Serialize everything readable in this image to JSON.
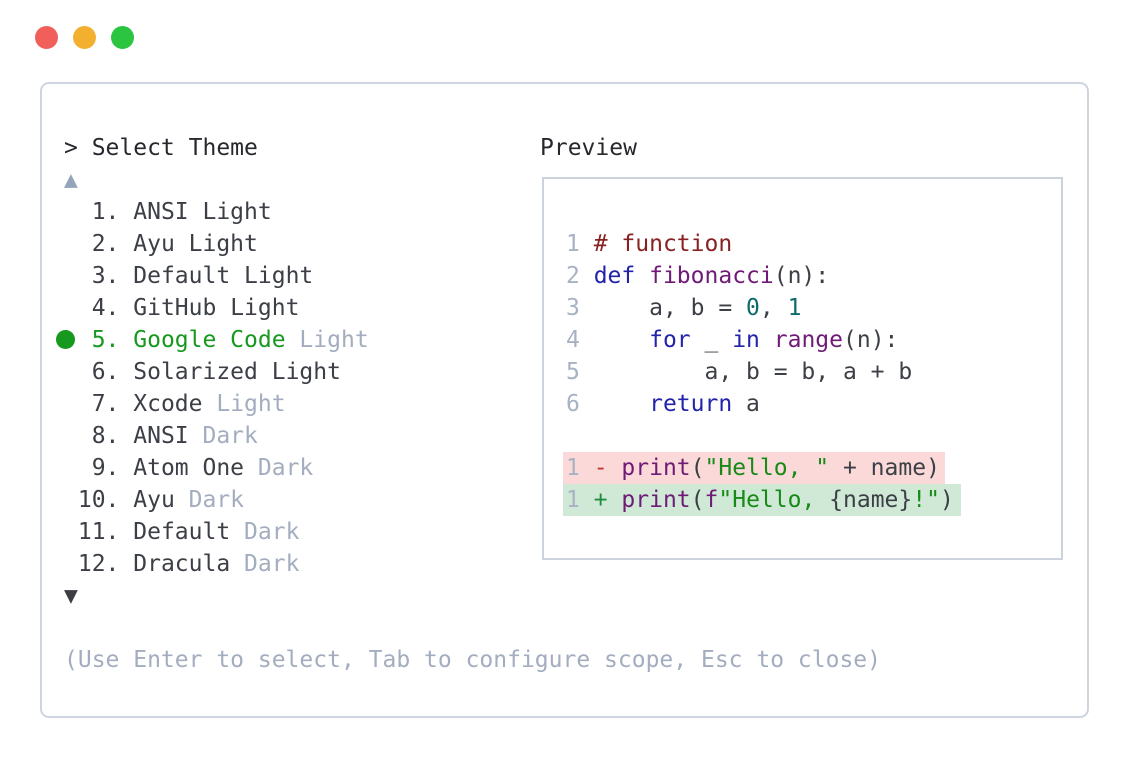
{
  "colors": {
    "traffic_red": "#f15f5b",
    "traffic_yellow": "#f2b02e",
    "traffic_green": "#2bc542",
    "panel_border": "#ced5de",
    "preview_border": "#ccd3dc",
    "text_primary": "#3c4046",
    "text_header": "#26282d",
    "text_muted": "#a3adbf",
    "line_number": "#a8b2c4",
    "select_green": "#17981f",
    "arrow_up": "#94a4bb",
    "arrow_down": "#3a3d42",
    "syn_comment": "#882222",
    "syn_keyword": "#2222aa",
    "syn_func": "#6f1a77",
    "syn_string": "#178a17",
    "syn_literal": "#0e6b6b",
    "diff_minus": "#c0392b",
    "diff_plus": "#1e8e3e",
    "removed_bg": "#fbd9d9",
    "added_bg": "#cfe9d6"
  },
  "window": {
    "traffic_lights": [
      "close-button",
      "minimize-button",
      "zoom-button"
    ]
  },
  "prompt_line": "> Select Theme",
  "scroll_up_indicator": "▲",
  "scroll_down_indicator": "▼",
  "theme_list": {
    "items": [
      {
        "num": "1",
        "name": "ANSI",
        "suffix": "Light",
        "suffix_muted": false,
        "selected": false
      },
      {
        "num": "2",
        "name": "Ayu",
        "suffix": "Light",
        "suffix_muted": false,
        "selected": false
      },
      {
        "num": "3",
        "name": "Default",
        "suffix": "Light",
        "suffix_muted": false,
        "selected": false
      },
      {
        "num": "4",
        "name": "GitHub",
        "suffix": "Light",
        "suffix_muted": false,
        "selected": false
      },
      {
        "num": "5",
        "name": "Google Code",
        "suffix": "Light",
        "suffix_muted": true,
        "selected": true
      },
      {
        "num": "6",
        "name": "Solarized",
        "suffix": "Light",
        "suffix_muted": false,
        "selected": false
      },
      {
        "num": "7",
        "name": "Xcode",
        "suffix": "Light",
        "suffix_muted": true,
        "selected": false
      },
      {
        "num": "8",
        "name": "ANSI",
        "suffix": "Dark",
        "suffix_muted": true,
        "selected": false
      },
      {
        "num": "9",
        "name": "Atom One",
        "suffix": "Dark",
        "suffix_muted": true,
        "selected": false
      },
      {
        "num": "10",
        "name": "Ayu",
        "suffix": "Dark",
        "suffix_muted": true,
        "selected": false
      },
      {
        "num": "11",
        "name": "Default",
        "suffix": "Dark",
        "suffix_muted": true,
        "selected": false
      },
      {
        "num": "12",
        "name": "Dracula",
        "suffix": "Dark",
        "suffix_muted": true,
        "selected": false
      }
    ]
  },
  "preview": {
    "label": "Preview",
    "code_lines": [
      {
        "bg": "none",
        "tokens": [
          [
            "1 ",
            "ln"
          ],
          [
            "# function",
            "com"
          ]
        ]
      },
      {
        "bg": "none",
        "tokens": [
          [
            "2 ",
            "ln"
          ],
          [
            "def",
            "kwd"
          ],
          [
            " ",
            "pln"
          ],
          [
            "fibonacci",
            "typ"
          ],
          [
            "(n):",
            "pln"
          ]
        ]
      },
      {
        "bg": "none",
        "tokens": [
          [
            "3 ",
            "ln"
          ],
          [
            "    a, b = ",
            "pln"
          ],
          [
            "0",
            "lit"
          ],
          [
            ", ",
            "pln"
          ],
          [
            "1",
            "lit"
          ]
        ]
      },
      {
        "bg": "none",
        "tokens": [
          [
            "4 ",
            "ln"
          ],
          [
            "    ",
            "pln"
          ],
          [
            "for",
            "kwd"
          ],
          [
            " _ ",
            "pln"
          ],
          [
            "in",
            "kwd"
          ],
          [
            " ",
            "pln"
          ],
          [
            "range",
            "typ"
          ],
          [
            "(n):",
            "pln"
          ]
        ]
      },
      {
        "bg": "none",
        "tokens": [
          [
            "5 ",
            "ln"
          ],
          [
            "        a, b = b, a + b",
            "pln"
          ]
        ]
      },
      {
        "bg": "none",
        "tokens": [
          [
            "6 ",
            "ln"
          ],
          [
            "    ",
            "pln"
          ],
          [
            "return",
            "kwd"
          ],
          [
            " a",
            "pln"
          ]
        ]
      },
      {
        "bg": "none",
        "tokens": []
      },
      {
        "bg": "removed",
        "tokens": [
          [
            "1 ",
            "ln"
          ],
          [
            "- ",
            "red"
          ],
          [
            "print",
            "typ"
          ],
          [
            "(",
            "pln"
          ],
          [
            "\"Hello, \"",
            "str"
          ],
          [
            " + name)",
            "pln"
          ]
        ]
      },
      {
        "bg": "added",
        "tokens": [
          [
            "1 ",
            "ln"
          ],
          [
            "+ ",
            "grn"
          ],
          [
            "print",
            "typ"
          ],
          [
            "(",
            "pln"
          ],
          [
            "f",
            "typ"
          ],
          [
            "\"Hello, ",
            "str"
          ],
          [
            "{name}",
            "pln"
          ],
          [
            "!\"",
            "str"
          ],
          [
            ")",
            "pln"
          ]
        ]
      }
    ]
  },
  "help_text": "(Use Enter to select, Tab to configure scope, Esc to close)"
}
